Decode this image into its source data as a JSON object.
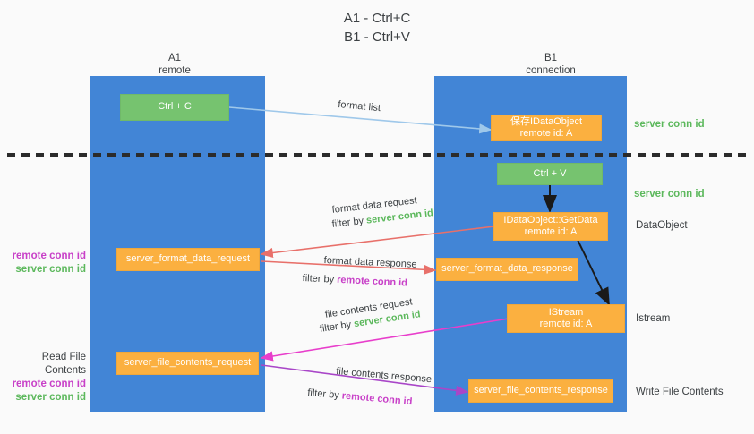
{
  "title": {
    "line1": "A1 - Ctrl+C",
    "line2": "B1 - Ctrl+V"
  },
  "columns": [
    {
      "name": "A1",
      "role": "remote"
    },
    {
      "name": "B1",
      "role": "connection"
    }
  ],
  "boxes": {
    "ctrl_c": {
      "line1": "Ctrl + C",
      "line2": ""
    },
    "ctrl_v": {
      "line1": "Ctrl + V",
      "line2": ""
    },
    "save_dataobject": {
      "line1": "保存IDataObject",
      "line2": "remote id: A"
    },
    "getdata": {
      "line1": "IDataObject::GetData",
      "line2": "remote id: A"
    },
    "istream": {
      "line1": "IStream",
      "line2": "remote id: A"
    },
    "server_format_data_request": {
      "line1": "server_format_data_request",
      "line2": ""
    },
    "server_format_data_response": {
      "line1": "server_format_data_response",
      "line2": ""
    },
    "server_file_contents_request": {
      "line1": "server_file_contents_request",
      "line2": ""
    },
    "server_file_contents_response": {
      "line1": "server_file_contents_response",
      "line2": ""
    }
  },
  "right_labels": {
    "server_conn_id_top": "server conn id",
    "server_conn_id_mid": "server conn id",
    "dataobject": "DataObject",
    "istream": "Istream",
    "write_file_contents": "Write File Contents"
  },
  "left_labels": {
    "format_remote": "remote conn id",
    "format_server": "server conn id",
    "read_file_contents": "Read File Contents",
    "file_remote": "remote conn id",
    "file_server": "server conn id"
  },
  "edges": {
    "format_list": "format list",
    "format_data_request": "format data request",
    "format_data_request_filter_prefix": "filter by ",
    "format_data_request_filter_key": "server conn id",
    "format_data_response": "format data response",
    "format_data_response_filter_prefix": "filter by ",
    "format_data_response_filter_key": "remote conn id",
    "file_contents_request": "file contents request",
    "file_contents_request_filter_prefix": "filter by ",
    "file_contents_request_filter_key": "server conn id",
    "file_contents_response": "file contents response",
    "file_contents_response_filter_prefix": "filter by ",
    "file_contents_response_filter_key": "remote conn id"
  },
  "colors": {
    "lane": "#4285d6",
    "green_box": "#76c36f",
    "orange_box": "#fbb040",
    "light_blue_arrow": "#9fc8ea",
    "red_arrow": "#e8706a",
    "magenta_arrow": "#e83ecb",
    "purple_arrow": "#a946c8",
    "black_arrow": "#1a1a1a",
    "green_text": "#5cb85c",
    "purple_text": "#c840c8",
    "background": "#fafafa"
  }
}
